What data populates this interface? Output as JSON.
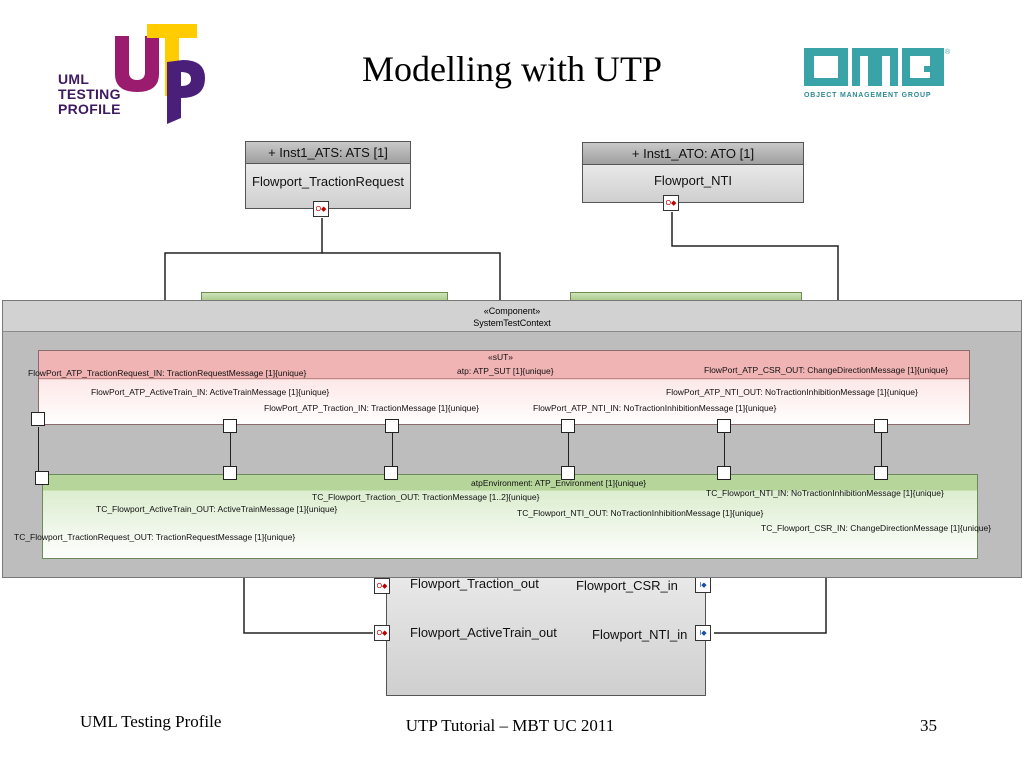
{
  "slide": {
    "title": "Modelling with UTP",
    "footer_left": "UML Testing Profile",
    "footer_center": "UTP Tutorial – MBT UC 2011",
    "page_number": "35"
  },
  "logos": {
    "utp_lines": [
      "UML",
      "TESTING",
      "PROFILE"
    ],
    "utp_letters": "UTP",
    "omg_letters": "OMG",
    "omg_subtitle": "OBJECT MANAGEMENT GROUP"
  },
  "background_diagram": {
    "ats_part": {
      "header": "+ Inst1_ATS: ATS [1]",
      "port": "Flowport_TractionRequest"
    },
    "ato_part": {
      "header": "+ Inst1_ATO: ATO [1]",
      "port": "Flowport_NTI"
    },
    "bottom_ports": [
      {
        "label": "Flowport_Traction_out"
      },
      {
        "label": "Flowport_CSR_in"
      },
      {
        "label": "Flowport_ActiveTrain_out"
      },
      {
        "label": "Flowport_NTI_in"
      }
    ]
  },
  "component": {
    "stereotype": "«Component»",
    "name": "SystemTestContext",
    "sut": {
      "stereotype": "«sUT»",
      "name": "atp: ATP_SUT [1]{unique}",
      "ports": [
        "FlowPort_ATP_TractionRequest_IN: TractionRequestMessage [1]{unique}",
        "FlowPort_ATP_CSR_OUT: ChangeDirectionMessage [1]{unique}",
        "FlowPort_ATP_ActiveTrain_IN: ActiveTrainMessage [1]{unique}",
        "FlowPort_ATP_NTI_OUT: NoTractionInhibitionMessage [1]{unique}",
        "FlowPort_ATP_Traction_IN: TractionMessage [1]{unique}",
        "FlowPort_ATP_NTI_IN: NoTractionInhibitionMessage [1]{unique}"
      ]
    },
    "environment": {
      "name": "atpEnvironment: ATP_Environment [1]{unique}",
      "ports": [
        "TC_Flowport_NTI_IN: NoTractionInhibitionMessage [1]{unique}",
        "TC_Flowport_Traction_OUT: TractionMessage [1..2]{unique}",
        "TC_Flowport_ActiveTrain_OUT: ActiveTrainMessage [1]{unique}",
        "TC_Flowport_NTI_OUT: NoTractionInhibitionMessage [1]{unique}",
        "TC_Flowport_CSR_IN: ChangeDirectionMessage [1]{unique}",
        "TC_Flowport_TractionRequest_OUT: TractionRequestMessage [1]{unique}"
      ]
    }
  }
}
